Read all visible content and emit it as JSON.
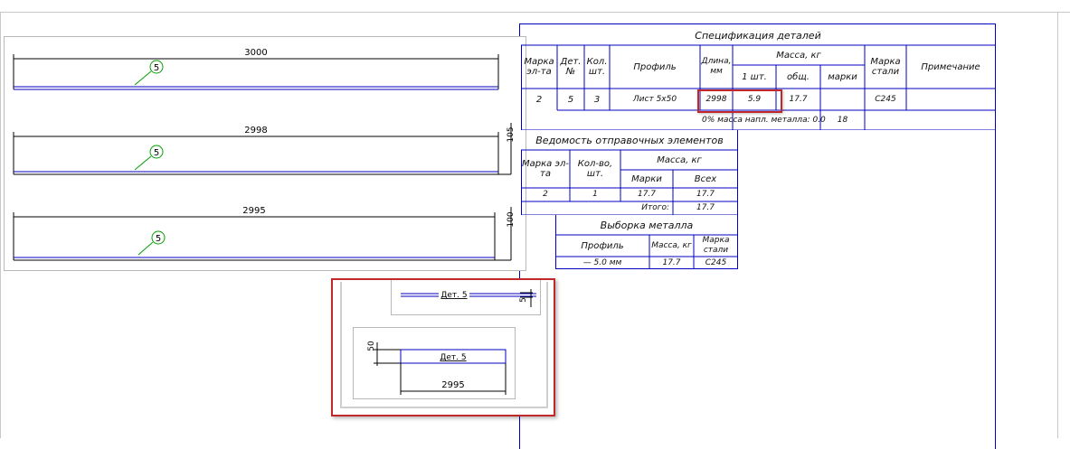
{
  "colors": {
    "drawing_line": "#0000c0",
    "highlight": "#c0282a",
    "leader": "#00a000"
  },
  "beams": [
    {
      "length": "3000",
      "mark": "5"
    },
    {
      "length": "2998",
      "mark": "5",
      "height": "105"
    },
    {
      "length": "2995",
      "mark": "5",
      "height": "100"
    }
  ],
  "detail": {
    "top_label": "Дет. 5",
    "top_side": "5",
    "bottom_label": "Дет. 5",
    "bottom_height": "50",
    "bottom_length": "2995"
  },
  "spec": {
    "title": "Спецификация деталей",
    "headers": {
      "mark": "Марка эл-та",
      "det": "Дет. №",
      "qty": "Кол. шт.",
      "profile": "Профиль",
      "length": "Длина, мм",
      "mass": "Масса, кг",
      "mass_one": "1 шт.",
      "mass_total": "общ.",
      "mass_mark": "марки",
      "steel": "Марка стали",
      "note": "Примечание"
    },
    "row": {
      "mark": "2",
      "det": "5",
      "qty": "3",
      "profile": "Лист 5х50",
      "length": "2998",
      "mass_one": "5.9",
      "mass_total": "17.7",
      "steel": "С245"
    },
    "weld_note": "0% масса напл. металла: 0.0",
    "mark_mass": "18"
  },
  "shipping": {
    "title": "Ведомость отправочных элементов",
    "headers": {
      "mark": "Марка эл-та",
      "qty": "Кол-во, шт.",
      "mass": "Масса, кг",
      "mass_mark": "Марки",
      "mass_all": "Всех"
    },
    "row": {
      "mark": "2",
      "qty": "1",
      "mass_mark": "17.7",
      "mass_all": "17.7"
    },
    "total_label": "Итого:",
    "total_value": "17.7"
  },
  "metal": {
    "title": "Выборка металла",
    "headers": {
      "profile": "Профиль",
      "mass": "Масса, кг",
      "steel": "Марка стали"
    },
    "row": {
      "profile": "— 5.0 мм",
      "mass": "17.7",
      "steel": "С245"
    }
  }
}
